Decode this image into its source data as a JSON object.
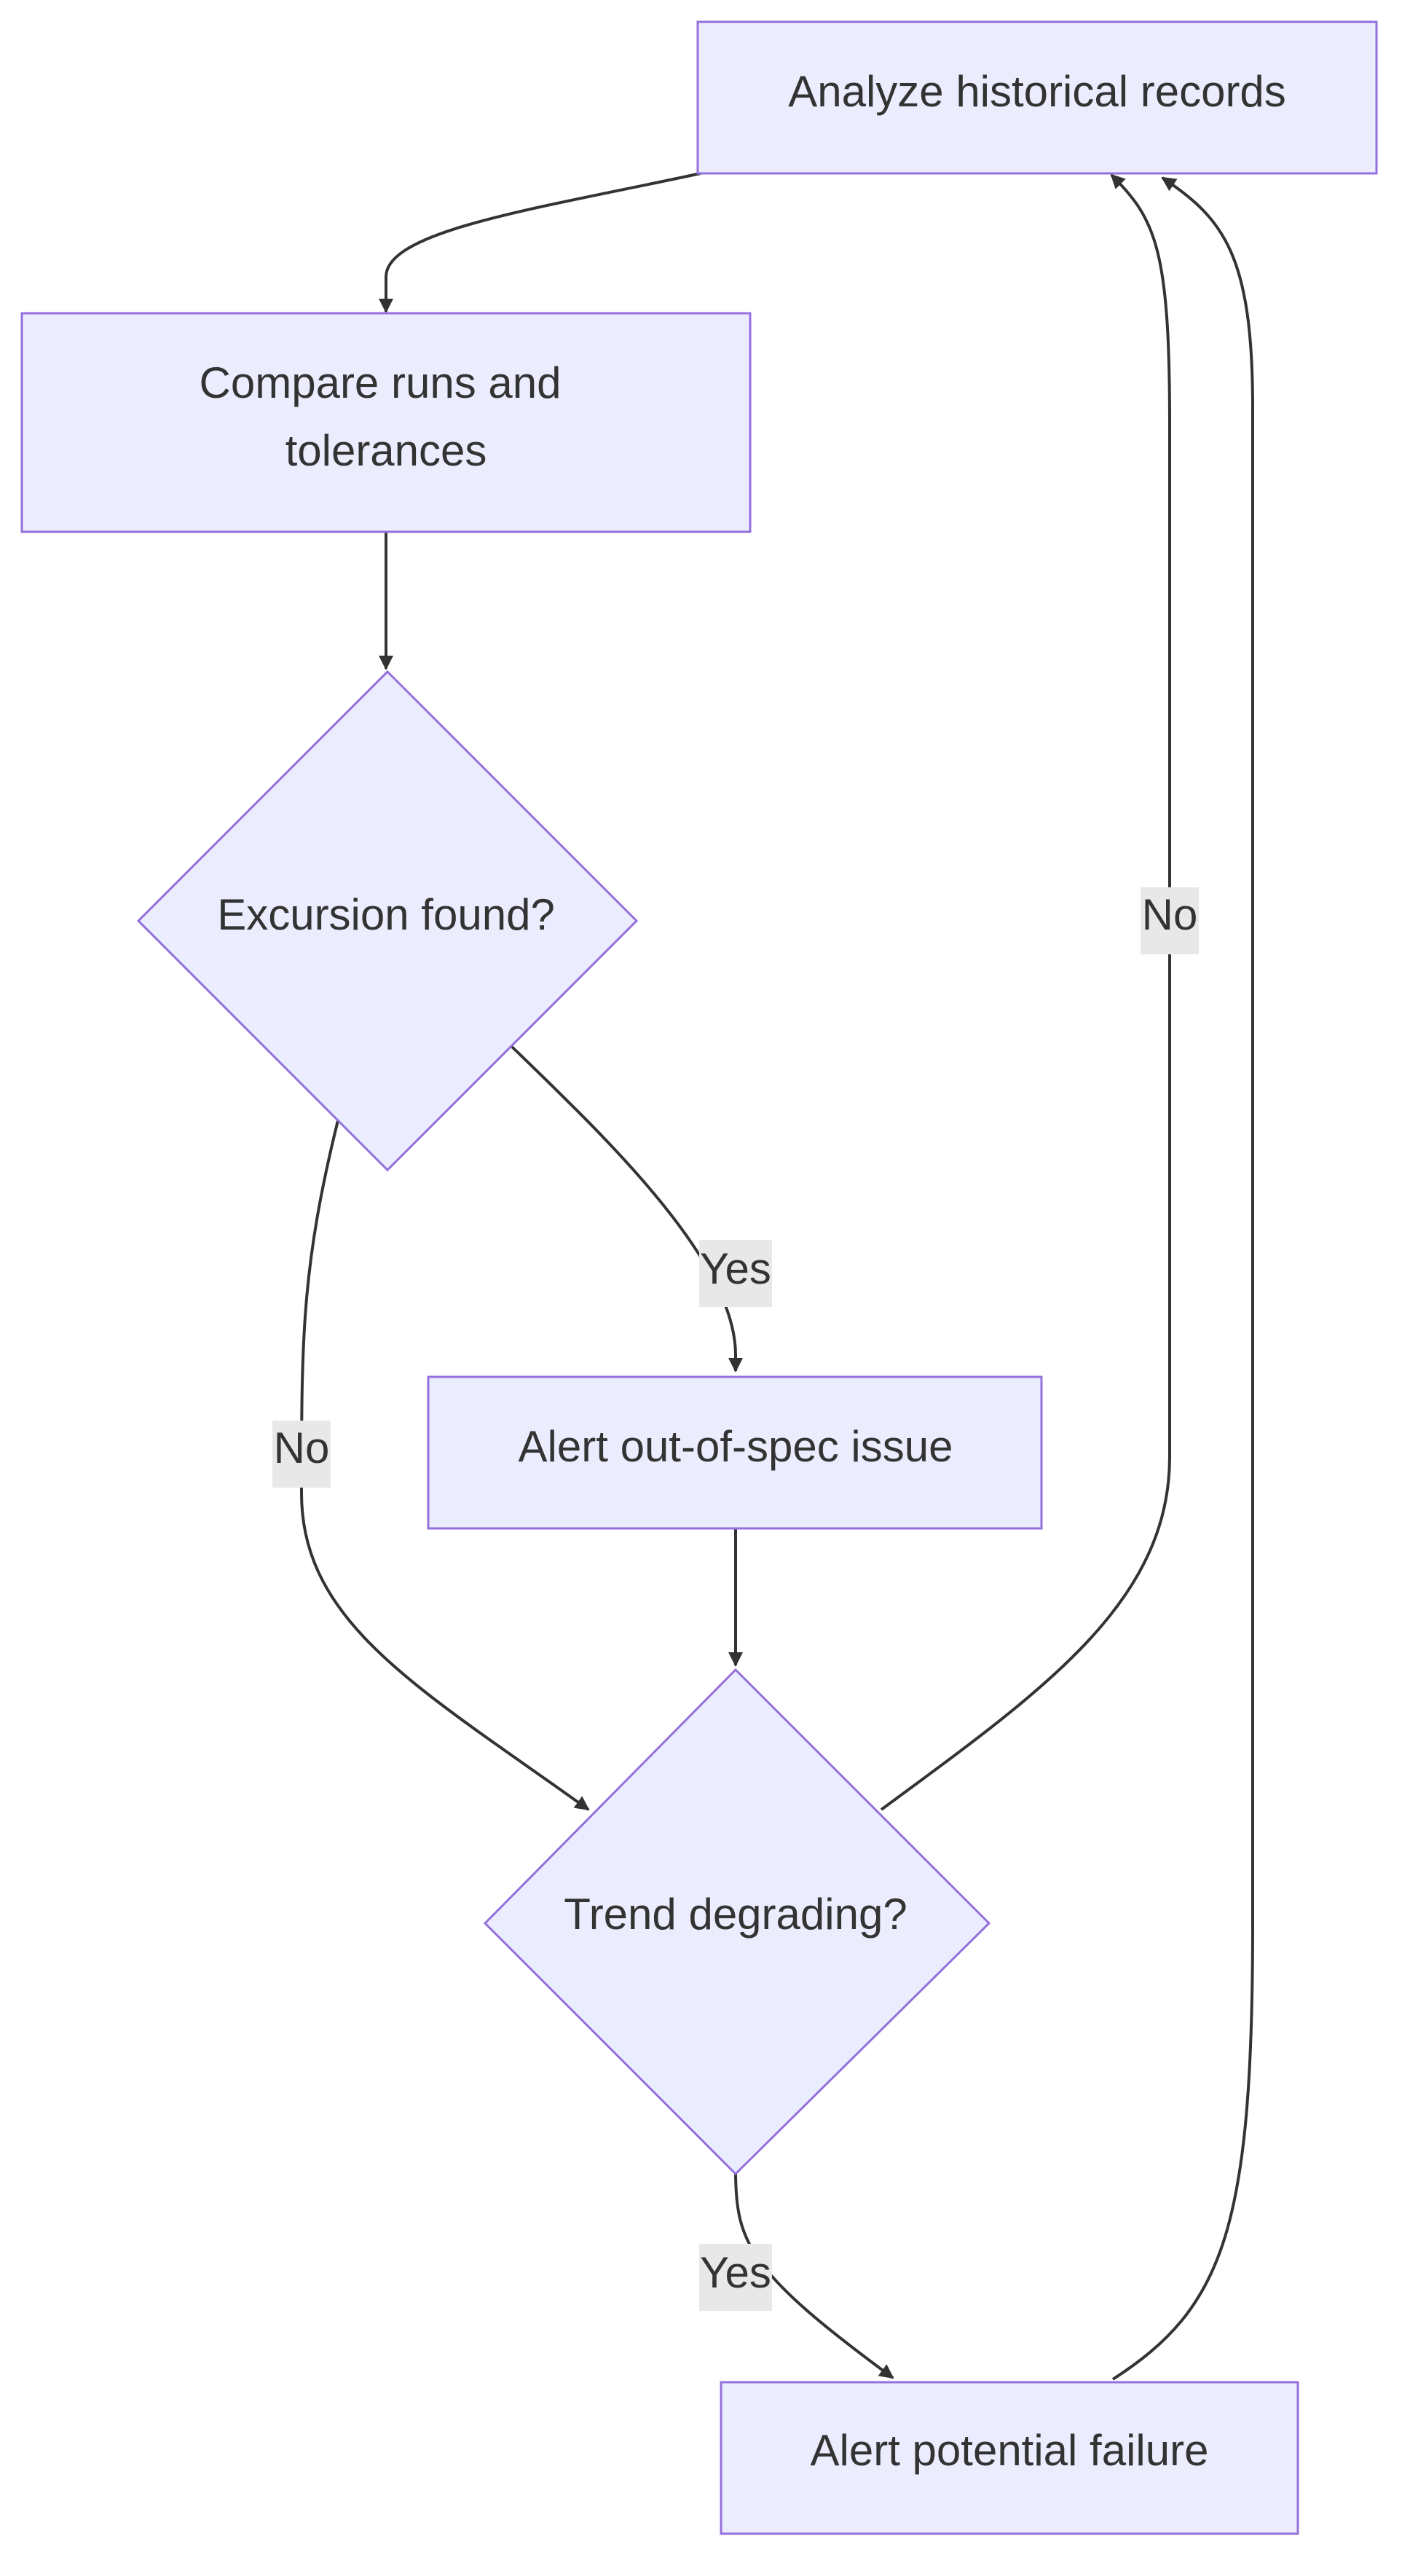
{
  "diagram": {
    "type": "flowchart",
    "colors": {
      "node_fill": "#ECECFF",
      "node_stroke": "#9370DB",
      "edge": "#333333",
      "label_bg": "#e8e8e8",
      "text": "#333333"
    },
    "nodes": {
      "analyze": {
        "shape": "rectangle",
        "lines": [
          "Analyze historical records"
        ]
      },
      "compare": {
        "shape": "rectangle",
        "lines": [
          "Compare runs and",
          "tolerances"
        ]
      },
      "excursion": {
        "shape": "diamond",
        "lines": [
          "Excursion found?"
        ]
      },
      "alert_spec": {
        "shape": "rectangle",
        "lines": [
          "Alert out-of-spec issue"
        ]
      },
      "trend": {
        "shape": "diamond",
        "lines": [
          "Trend degrading?"
        ]
      },
      "alert_failure": {
        "shape": "rectangle",
        "lines": [
          "Alert potential failure"
        ]
      }
    },
    "edges": [
      {
        "id": "e1",
        "from": "analyze",
        "to": "compare",
        "label": ""
      },
      {
        "id": "e2",
        "from": "compare",
        "to": "excursion",
        "label": ""
      },
      {
        "id": "e3",
        "from": "excursion",
        "to": "alert_spec",
        "label": "Yes"
      },
      {
        "id": "e4",
        "from": "excursion",
        "to": "trend",
        "label": "No"
      },
      {
        "id": "e5",
        "from": "alert_spec",
        "to": "trend",
        "label": ""
      },
      {
        "id": "e6",
        "from": "trend",
        "to": "analyze",
        "label": "No"
      },
      {
        "id": "e7",
        "from": "trend",
        "to": "alert_failure",
        "label": "Yes"
      },
      {
        "id": "e8",
        "from": "alert_failure",
        "to": "analyze",
        "label": ""
      }
    ]
  }
}
